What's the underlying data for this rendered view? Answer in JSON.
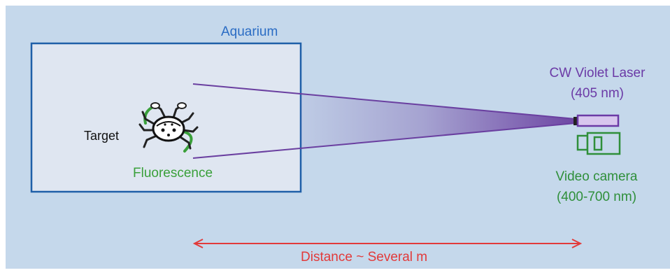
{
  "colors": {
    "background": "#c5d8eb",
    "aquarium_fill": "#dfe6f1",
    "aquarium_border": "#1f5fa8",
    "aquarium_text": "#2a6cc4",
    "beam": "#6a3fa0",
    "laser_text": "#6b3aa6",
    "fluorescence": "#3aa03a",
    "camera": "#2f8f3a",
    "distance": "#e23a3a",
    "target_text": "#111111"
  },
  "labels": {
    "aquarium": "Aquarium",
    "target": "Target",
    "fluorescence": "Fluorescence",
    "laser_line1": "CW Violet Laser",
    "laser_line2": "(405 nm)",
    "camera_line1": "Video camera",
    "camera_line2": "(400-700 nm)",
    "distance": "Distance ~ Several m"
  },
  "icons": {
    "target": "crab-icon",
    "laser": "laser-icon",
    "camera": "video-camera-icon"
  }
}
